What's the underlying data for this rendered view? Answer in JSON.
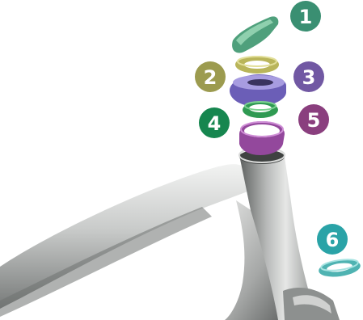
{
  "colors": {
    "frame_light": "#e8e9e8",
    "frame_mid": "#b4b6b5",
    "frame_dark": "#6f7271",
    "frame_shadow": "#3f4241"
  },
  "parts": [
    {
      "number": "1",
      "color": "#3a8f72",
      "part_color": "#4fa07c",
      "part_highlight": "#8fd0ae"
    },
    {
      "number": "2",
      "color": "#9c9b4f",
      "part_color": "#b9b55a",
      "part_highlight": "#e2df99"
    },
    {
      "number": "3",
      "color": "#7158a3",
      "part_color": "#6b5eb7",
      "part_highlight": "#a79ce0"
    },
    {
      "number": "4",
      "color": "#16864f",
      "part_color": "#2f9a52",
      "part_highlight": "#7ed292"
    },
    {
      "number": "5",
      "color": "#8a3f7e",
      "part_color": "#93489c",
      "part_highlight": "#cf8fd6"
    },
    {
      "number": "6",
      "color": "#2aa3a7",
      "part_color": "#4fb3b2",
      "part_highlight": "#a6e3e1"
    }
  ]
}
